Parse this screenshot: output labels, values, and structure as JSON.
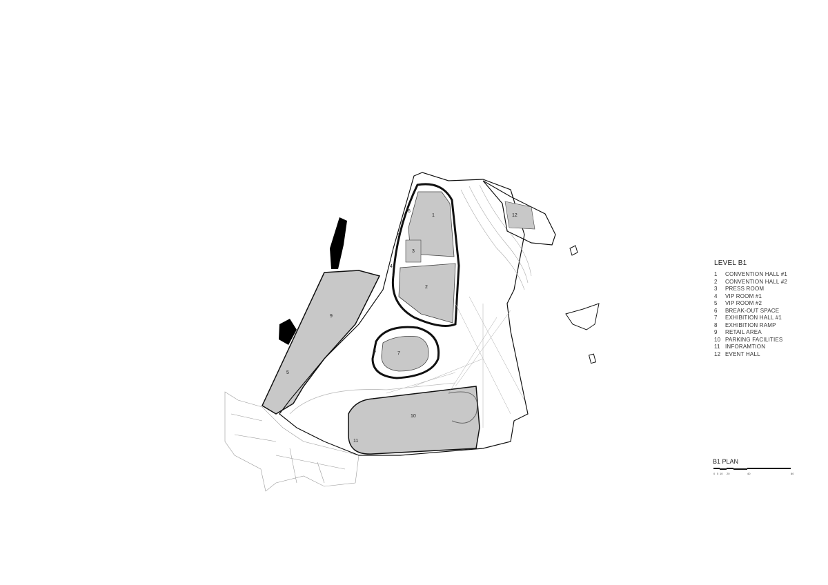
{
  "legend": {
    "title": "LEVEL B1",
    "items": [
      {
        "num": "1",
        "label": "CONVENTION HALL #1"
      },
      {
        "num": "2",
        "label": "CONVENTION HALL #2"
      },
      {
        "num": "3",
        "label": "PRESS ROOM"
      },
      {
        "num": "4",
        "label": "VIP ROOM #1"
      },
      {
        "num": "5",
        "label": "VIP ROOM #2"
      },
      {
        "num": "6",
        "label": "BREAK-OUT SPACE"
      },
      {
        "num": "7",
        "label": "EXHIBITION HALL #1"
      },
      {
        "num": "8",
        "label": "EXHIBITION RAMP"
      },
      {
        "num": "9",
        "label": "RETAIL AREA"
      },
      {
        "num": "10",
        "label": "PARKING FACILITIES"
      },
      {
        "num": "11",
        "label": "INFORAMTION"
      },
      {
        "num": "12",
        "label": "EVENT HALL"
      }
    ]
  },
  "scale_bar": {
    "title": "B1 PLAN",
    "ticks": [
      "0",
      "5",
      "10",
      "20",
      "40",
      "80"
    ]
  },
  "colors": {
    "fill": "#c8c8c8",
    "line": "#111111",
    "solid": "#000000"
  }
}
